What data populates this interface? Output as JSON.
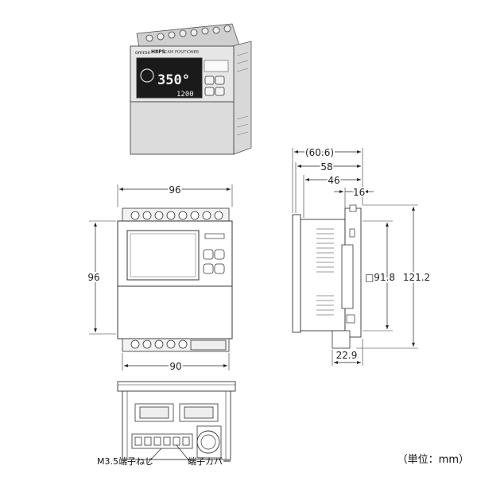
{
  "product_photo": {
    "brand": "omron",
    "model": "H8PS",
    "subtitle": "CAM POSITIONER",
    "display_main": "350°",
    "display_sub": "1200"
  },
  "front_view": {
    "width": "96",
    "height": "96",
    "bottom_width": "90"
  },
  "side_view": {
    "depth_overall": "(60.6)",
    "depth_58": "58",
    "depth_46": "46",
    "depth_16": "16",
    "panel_cutout": "□91.8",
    "height_overall": "121.2",
    "bottom_depth": "22.9"
  },
  "bottom_view": {
    "terminal_screw_label": "M3.5端子ねじ",
    "terminal_cover_label": "端子カバー"
  },
  "unit_label": "（単位：mm）"
}
